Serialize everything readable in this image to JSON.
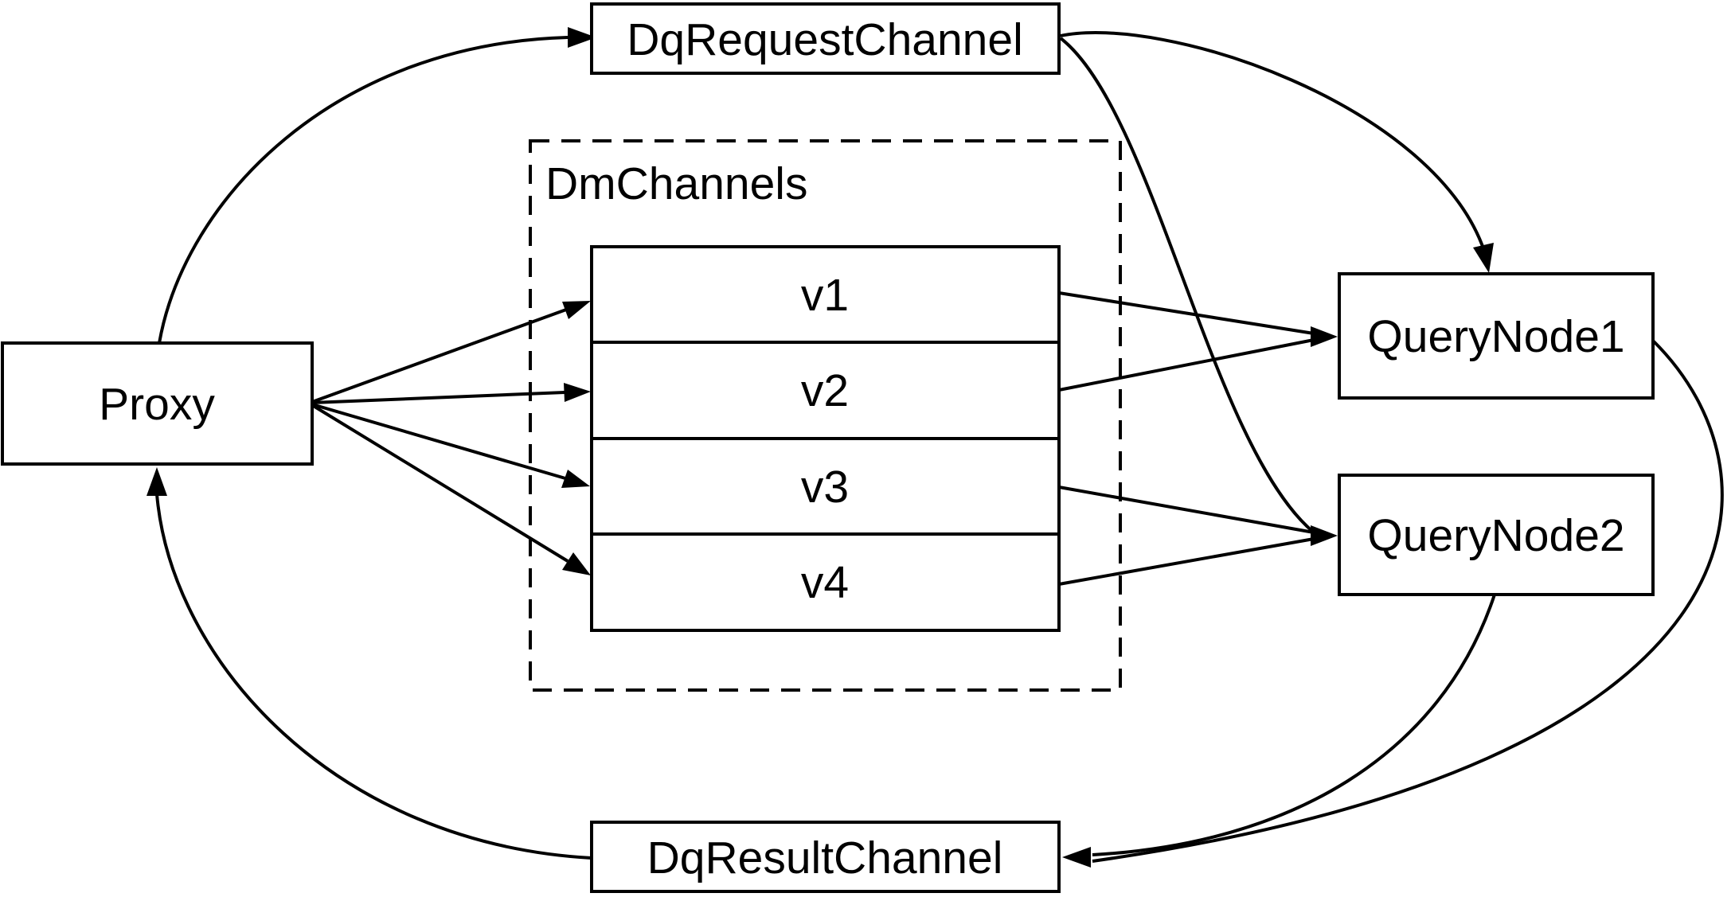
{
  "colors": {
    "stroke": "#000000",
    "background": "#ffffff"
  },
  "nodes": {
    "proxy": {
      "label": "Proxy"
    },
    "request": {
      "label": "DqRequestChannel"
    },
    "result": {
      "label": "DqResultChannel"
    },
    "qn1": {
      "label": "QueryNode1"
    },
    "qn2": {
      "label": "QueryNode2"
    },
    "channels": {
      "label": "DmChannels",
      "rows": [
        "v1",
        "v2",
        "v3",
        "v4"
      ]
    }
  },
  "edges": [
    {
      "from": "Proxy",
      "to": "DqRequestChannel"
    },
    {
      "from": "DqRequestChannel",
      "to": "QueryNode1"
    },
    {
      "from": "DqRequestChannel",
      "to": "QueryNode2"
    },
    {
      "from": "Proxy",
      "to": "v1"
    },
    {
      "from": "Proxy",
      "to": "v2"
    },
    {
      "from": "Proxy",
      "to": "v3"
    },
    {
      "from": "Proxy",
      "to": "v4"
    },
    {
      "from": "v1",
      "to": "QueryNode1"
    },
    {
      "from": "v2",
      "to": "QueryNode1"
    },
    {
      "from": "v3",
      "to": "QueryNode2"
    },
    {
      "from": "v4",
      "to": "QueryNode2"
    },
    {
      "from": "QueryNode1",
      "to": "DqResultChannel"
    },
    {
      "from": "QueryNode2",
      "to": "DqResultChannel"
    },
    {
      "from": "DqResultChannel",
      "to": "Proxy"
    }
  ]
}
